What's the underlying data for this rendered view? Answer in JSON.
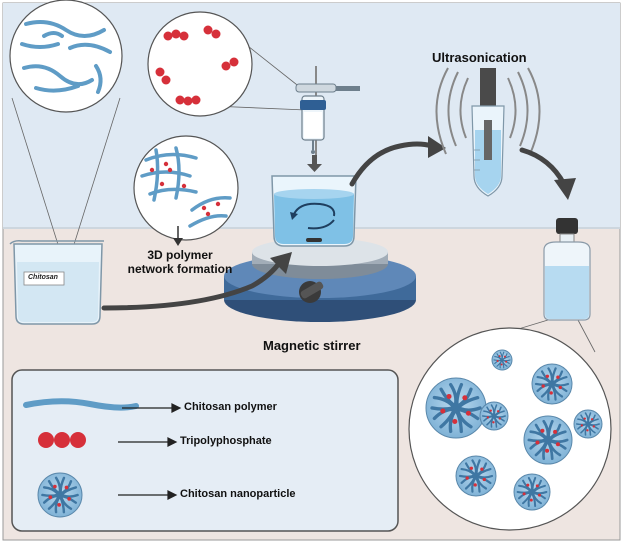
{
  "labels": {
    "ultrasonication": "Ultrasonication",
    "network_line1": "3D polymer",
    "network_line2": "network formation",
    "magnetic_stirrer": "Magnetic stirrer",
    "beaker_tag": "Chitosan"
  },
  "legend": {
    "items": [
      {
        "label": "Chitosan polymer",
        "icon": "polymer-strand-icon"
      },
      {
        "label": "Tripolyphosphate",
        "icon": "tpp-beads-icon"
      },
      {
        "label": "Chitosan nanoparticle",
        "icon": "nanoparticle-icon"
      }
    ]
  },
  "colors": {
    "wall": "#dfe9f3",
    "floor": "#eee5e1",
    "polymer": "#5f9cc6",
    "tpp": "#d6303a",
    "arrow": "#444444",
    "liquid": "#7fc1e6"
  }
}
